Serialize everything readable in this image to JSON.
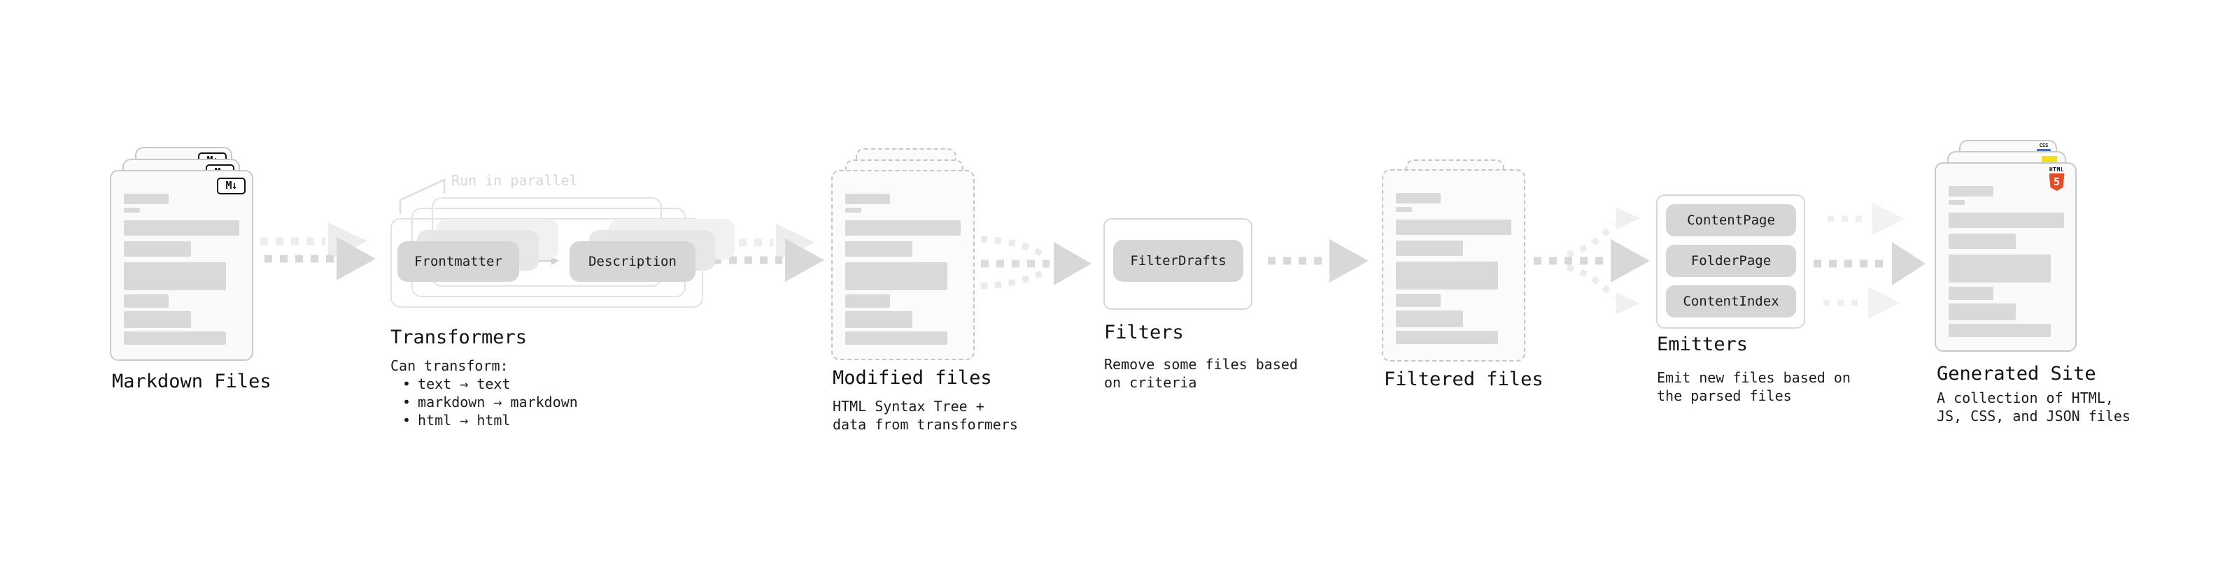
{
  "stages": {
    "markdown": {
      "label": "Markdown Files",
      "badge": "M↓"
    },
    "transformers": {
      "heading": "Transformers",
      "annotation": "Run in parallel",
      "plugin_a": "Frontmatter",
      "plugin_b": "Description",
      "note_title": "Can transform:",
      "bullet_char": "•",
      "bullets": [
        "text → text",
        "markdown → markdown",
        "html → html"
      ]
    },
    "modified": {
      "label": "Modified files",
      "note": "HTML Syntax Tree +\ndata from transformers"
    },
    "filters": {
      "heading": "Filters",
      "plugin": "FilterDrafts",
      "note": "Remove some files based\non criteria"
    },
    "filtered": {
      "label": "Filtered files"
    },
    "emitters": {
      "heading": "Emitters",
      "plugins": [
        "ContentPage",
        "FolderPage",
        "ContentIndex"
      ],
      "note": "Emit new files based on\nthe parsed files"
    },
    "generated": {
      "label": "Generated Site",
      "note": "A collection of HTML,\nJS, CSS, and JSON files",
      "html5_caption": "HTML",
      "html5_glyph": "5",
      "css_caption": "CSS"
    }
  },
  "colors": {
    "html5_orange": "#e44d26",
    "js_yellow": "#f5de19",
    "css_blue": "#2f6fe4",
    "box_gray": "#d6d6d6",
    "arrow_gray": "#d8d8d8",
    "ink": "#161616"
  }
}
